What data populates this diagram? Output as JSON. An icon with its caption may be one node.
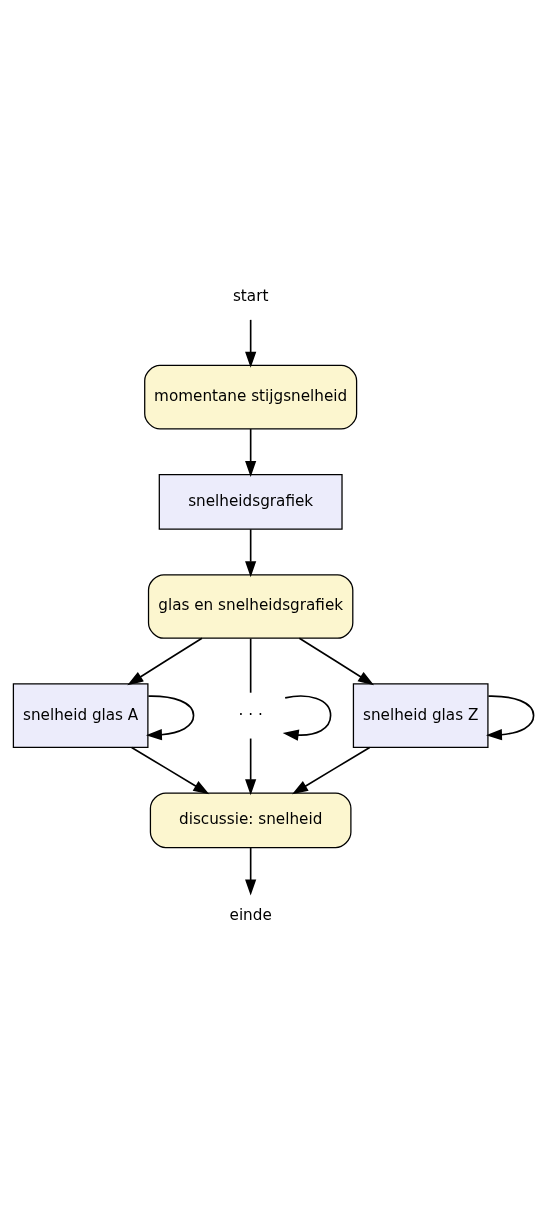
{
  "diagram": {
    "nodes": [
      {
        "text": [
          "start"
        ]
      },
      {
        "text": [
          "momentane stijgsnelheid"
        ]
      },
      {
        "text": [
          "snelheidsgrafiek"
        ]
      },
      {
        "text": [
          "glas en snelheidsgrafiek"
        ]
      },
      {
        "text": [
          "snelheid glas A"
        ]
      },
      {
        "text": [
          "· · ·"
        ]
      },
      {
        "text": [
          "snelheid glas Z"
        ]
      },
      {
        "text": [
          "discussie: snelheid"
        ]
      },
      {
        "text": [
          "einde"
        ]
      }
    ],
    "edges": [
      {
        "from": 0,
        "to": 1,
        "arrow": "to"
      },
      {
        "from": 1,
        "to": 2,
        "arrow": "to"
      },
      {
        "from": 2,
        "to": 3,
        "arrow": "to"
      },
      {
        "from": 3,
        "to": 4,
        "arrow": "to"
      },
      {
        "from": 3,
        "to": 5,
        "arrow": "none"
      },
      {
        "from": 3,
        "to": 6,
        "arrow": "to"
      },
      {
        "from": 4,
        "to": 7,
        "arrow": "to"
      },
      {
        "from": 5,
        "to": 7,
        "arrow": "to"
      },
      {
        "from": 6,
        "to": 7,
        "arrow": "to"
      },
      {
        "from": 4,
        "to": 4,
        "arrow": "to"
      },
      {
        "from": 5,
        "to": 5,
        "arrow": "to"
      },
      {
        "from": 6,
        "to": 6,
        "arrow": "to"
      },
      {
        "from": 7,
        "to": 8,
        "arrow": "to"
      }
    ]
  }
}
